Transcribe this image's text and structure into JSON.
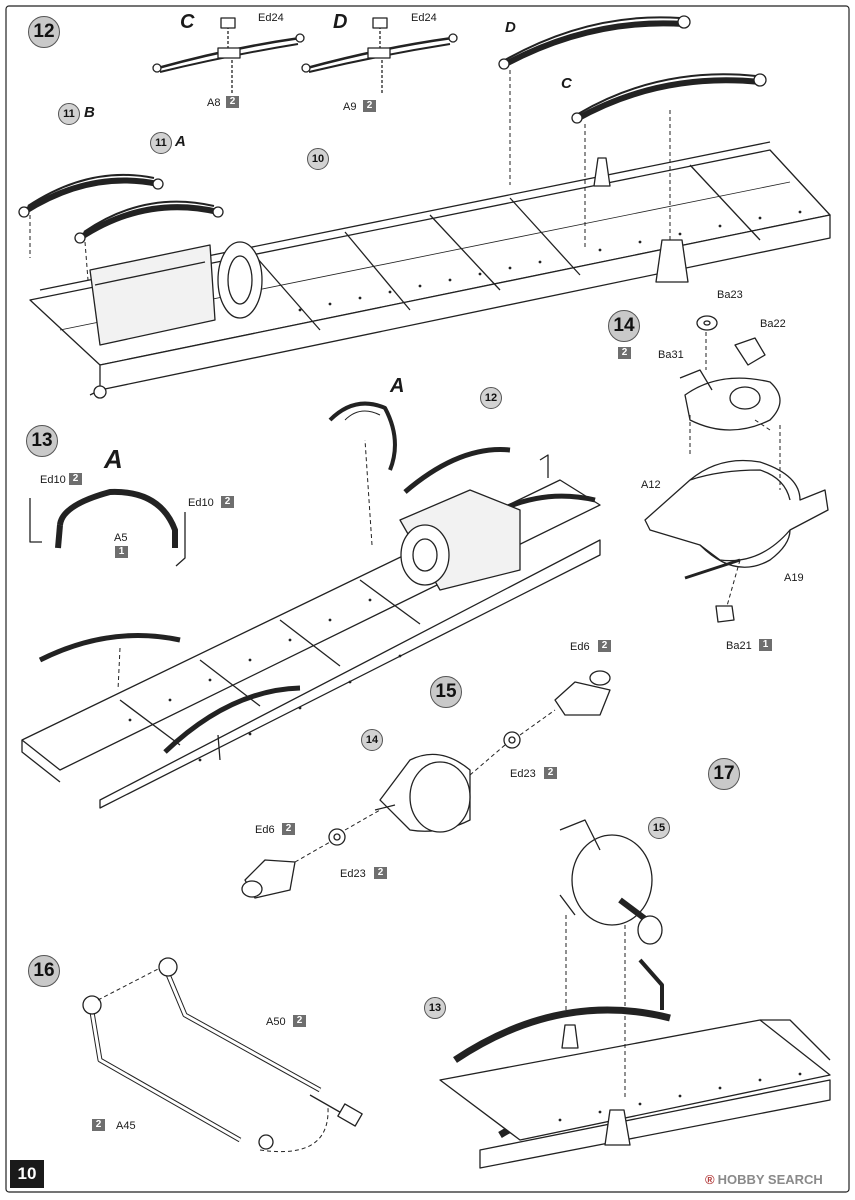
{
  "page": {
    "number": "10",
    "watermark": "HOBBY SEARCH",
    "watermark_symbol": "®"
  },
  "steps": {
    "s12": {
      "number": "12"
    },
    "s13": {
      "number": "13",
      "letter": "A"
    },
    "s14": {
      "number": "14",
      "qty": "2"
    },
    "s15": {
      "number": "15"
    },
    "s16": {
      "number": "16"
    },
    "s17": {
      "number": "17"
    }
  },
  "step12": {
    "callouts": {
      "c11b": "11",
      "c11a": "11",
      "c10": "10"
    },
    "letters": {
      "c1": "C",
      "d1": "D",
      "d2": "D",
      "c2": "C",
      "b": "B",
      "a": "A"
    },
    "parts": {
      "ed24_c": "Ed24",
      "ed24_d": "Ed24",
      "a8": "A8",
      "a8_qty": "2",
      "a9": "A9",
      "a9_qty": "2"
    }
  },
  "step13": {
    "letter_a": "A",
    "callout12": "12",
    "parts": {
      "ed10_left": "Ed10",
      "ed10_left_qty": "2",
      "ed10_right": "Ed10",
      "ed10_right_qty": "2",
      "a5": "A5",
      "a5_qty": "1"
    }
  },
  "step14": {
    "parts": {
      "ba23": "Ba23",
      "ba22": "Ba22",
      "ba31": "Ba31",
      "a12": "A12",
      "a19": "A19",
      "ba21": "Ba21",
      "ba21_qty": "1"
    }
  },
  "step15": {
    "callout14": "14",
    "parts": {
      "ed6_top": "Ed6",
      "ed6_top_qty": "2",
      "ed23_top": "Ed23",
      "ed23_top_qty": "2",
      "ed6_bottom": "Ed6",
      "ed6_bottom_qty": "2",
      "ed23_bottom": "Ed23",
      "ed23_bottom_qty": "2"
    }
  },
  "step16": {
    "parts": {
      "a50": "A50",
      "a50_qty": "2",
      "a45": "A45",
      "a45_qty": "2"
    }
  },
  "step17": {
    "callouts": {
      "c15": "15",
      "c13": "13"
    }
  }
}
